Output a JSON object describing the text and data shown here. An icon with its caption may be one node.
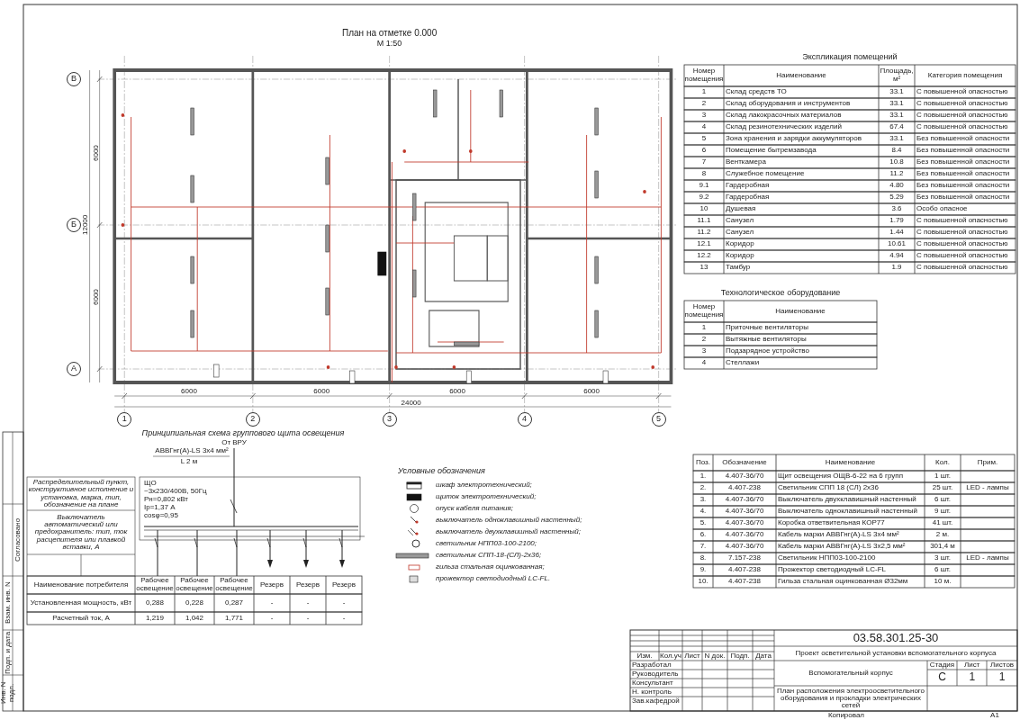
{
  "diagram": {
    "title": "План на отметке 0.000",
    "labels": [
      "М 1:50",
      "В",
      "Б",
      "А",
      "1",
      "2",
      "3",
      "4",
      "5",
      "6000",
      "6000",
      "6000",
      "6000",
      "24000",
      "6000",
      "6000",
      "12000",
      "Экспликация помещений",
      "Номер помещения",
      "Наименование",
      "Площадь, м²",
      "Категория помещения",
      "1",
      "Склад средств ТО",
      "33.1",
      "С повышенной опасностью",
      "2",
      "Склад оборудования и инструментов",
      "33.1",
      "С повышенной опасностью",
      "3",
      "Склад лакокрасочных материалов",
      "33.1",
      "С повышенной опасностью",
      "4",
      "Склад резинотехнических изделий",
      "67.4",
      "С повышенной опасностью",
      "5",
      "Зона хранения и зарядки аккумуляторов",
      "33.1",
      "Без повышенной опасности",
      "6",
      "Помещение бытремзавода",
      "8.4",
      "Без повышенной опасности",
      "7",
      "Венткамера",
      "10.8",
      "Без повышенной опасности",
      "8",
      "Служебное помещение",
      "11.2",
      "Без повышенной опасности",
      "9.1",
      "Гардеробная",
      "4.80",
      "Без повышенной опасности",
      "9.2",
      "Гардеробная",
      "5.29",
      "Без повышенной опасности",
      "10",
      "Душевая",
      "3.6",
      "Особо опасное",
      "11.1",
      "Санузел",
      "1.79",
      "С повышенной опасностью",
      "11.2",
      "Санузел",
      "1.44",
      "С повышенной опасностью",
      "12.1",
      "Коридор",
      "10.61",
      "С повышенной опасностью",
      "12.2",
      "Коридор",
      "4.94",
      "С повышенной опасностью",
      "13",
      "Тамбур",
      "1.9",
      "С повышенной опасностью",
      "Технологическое оборудование",
      "Номер помещения",
      "Наименование",
      "1",
      "Приточные вентиляторы",
      "2",
      "Вытяжные вентиляторы",
      "3",
      "Подзарядное устройство",
      "4",
      "Стеллажи",
      "Принципиальная схема группового щита освещения",
      "От ВРУ",
      "АВВГнг(А)-LS 3х4 мм²",
      "L 2 м",
      "ЩО",
      "~3х230/400В, 50Гц",
      "Рн=0,802 кВт",
      "Iр=1,37 А",
      "cosφ=0,95",
      "Распределительный пункт, конструктивное исполнение и установка, марка, тип, обозначение на плане",
      "Выключатель автоматический или предохранитель: тип, ток расцепителя или плавкой вставки, А",
      "Наименование потребителя",
      "Рабочее освещение",
      "Рабочее освещение",
      "Рабочее освещение",
      "Резерв",
      "Резерв",
      "Резерв",
      "Установленная мощность, кВт",
      "0,288",
      "0,228",
      "0,287",
      "-",
      "-",
      "-",
      "Расчетный ток, А",
      "1,219",
      "1,042",
      "1,771",
      "-",
      "-",
      "-",
      "Условные обозначения",
      "Поз.",
      "Обозначение",
      "Наименование",
      "Кол.",
      "Прим.",
      "1.",
      "4.407-36/70",
      "Щит освещения ОЩВ-6-22 на 6 групп",
      "1 шт.",
      "2.",
      "4.407-238",
      "Светильник СПП 18 (СЛ) 2х36",
      "25 шт.",
      "LED - лампы",
      "3.",
      "4.407-36/70",
      "Выключатель двухклавишный настенный",
      "6 шт.",
      "4.",
      "4.407-36/70",
      "Выключатель одноклавишный настенный",
      "9 шт.",
      "5.",
      "4.407-36/70",
      "Коробка ответвительная КОР77",
      "41 шт.",
      "6.",
      "4.407-36/70",
      "Кабель марки АВВГнг(А)-LS 3х4 мм²",
      "2 м.",
      "7.",
      "4.407-36/70",
      "Кабель марки АВВГнг(А)-LS 3х2,5 мм²",
      "301,4 м",
      "8.",
      "7.157-238",
      "Светильник НПП03-100-2100",
      "3 шт.",
      "LED - лампы",
      "9.",
      "4.407-238",
      "Прожектор светодиодный LC-FL",
      "6 шт.",
      "10.",
      "4.407-238",
      "Гильза стальная оцинкованная Ø32мм",
      "10 м.",
      "03.58.301.25-30",
      "Проект осветительной установки вспомогательного корпуса",
      "Изм.",
      "Кол.уч",
      "Лист",
      "N док.",
      "Подп.",
      "Дата",
      "Разработал",
      "Руководитель",
      "Консультант",
      "Н. контроль",
      "Зав.кафедрой",
      "Вспомогательный корпус",
      "Стадия",
      "Лист",
      "Листов",
      "С",
      "1",
      "1",
      "План расположения электроосветительного оборудования и прокладки электрических сетей",
      "Копировал",
      "А1",
      "Согласовано",
      "Взам. инв. N",
      "Подп. и дата",
      "Инв. N подл."
    ],
    "legend": [
      {
        "text": "шкаф электротехнический;"
      },
      {
        "text": "щиток электротехнический;"
      },
      {
        "text": "опуск кабеля питания;"
      },
      {
        "text": "выключатель одноклавишный настенный;"
      },
      {
        "text": "выключатель двухклавишный настенный;"
      },
      {
        "text": "светильник НПП03-100-2100;"
      },
      {
        "text": "светильник СПП-18-(СЛ)-2х36;"
      },
      {
        "text": "гильза стальная оцинкованная;"
      },
      {
        "text": "прожектор светодиодный LC-FL."
      }
    ]
  }
}
